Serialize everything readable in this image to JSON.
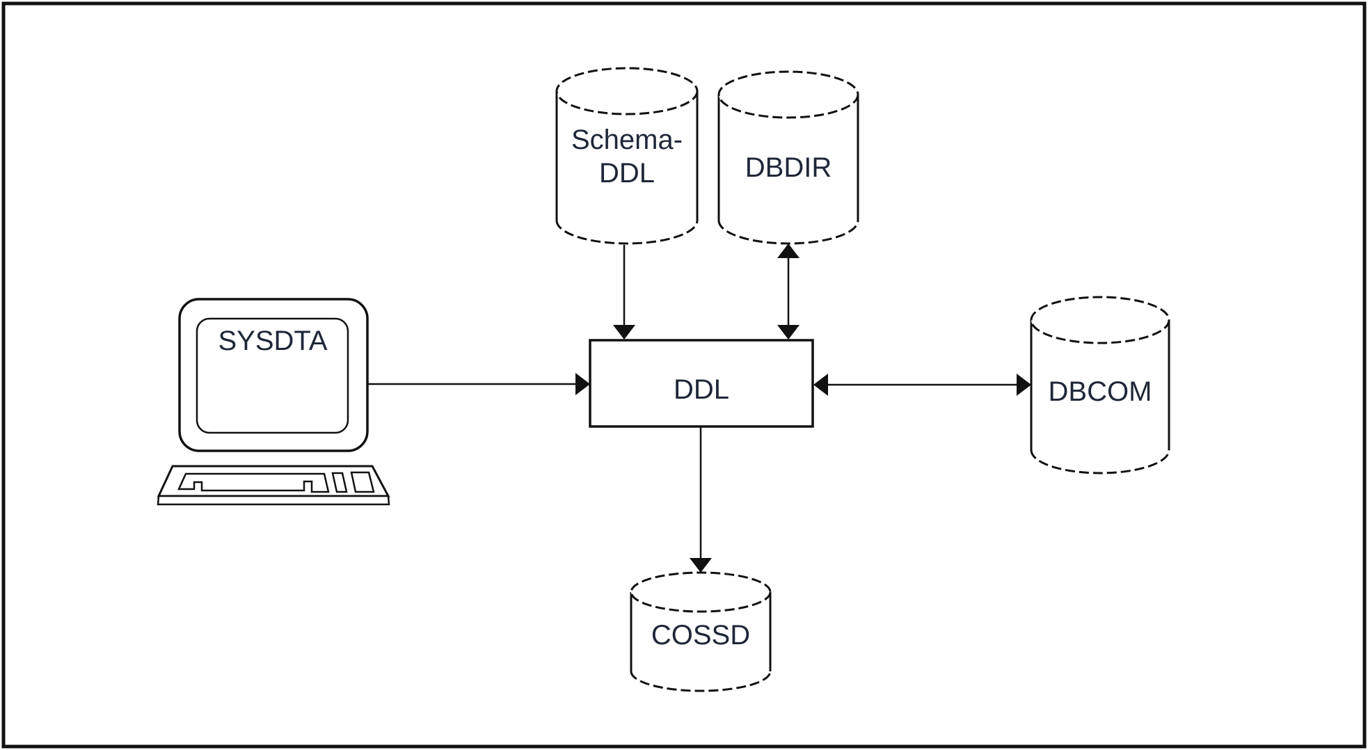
{
  "diagram": {
    "nodes": {
      "sysdta": {
        "label": "SYSDTA",
        "shape": "terminal"
      },
      "schema_ddl": {
        "lines": [
          "Schema-",
          "DDL"
        ],
        "shape": "cylinder"
      },
      "dbdir": {
        "label": "DBDIR",
        "shape": "cylinder"
      },
      "ddl": {
        "label": "DDL",
        "shape": "rectangle"
      },
      "dbcom": {
        "label": "DBCOM",
        "shape": "cylinder"
      },
      "cossd": {
        "label": "COSSD",
        "shape": "cylinder"
      }
    },
    "edges": [
      {
        "from": "SYSDTA",
        "to": "DDL",
        "direction": "one-way"
      },
      {
        "from": "Schema-DDL",
        "to": "DDL",
        "direction": "one-way"
      },
      {
        "from": "DBDIR",
        "to": "DDL",
        "direction": "two-way"
      },
      {
        "from": "DDL",
        "to": "DBCOM",
        "direction": "two-way"
      },
      {
        "from": "DDL",
        "to": "COSSD",
        "direction": "one-way"
      }
    ],
    "colors": {
      "line": "#111111",
      "text": "#1f2737",
      "background": "#ffffff"
    }
  }
}
